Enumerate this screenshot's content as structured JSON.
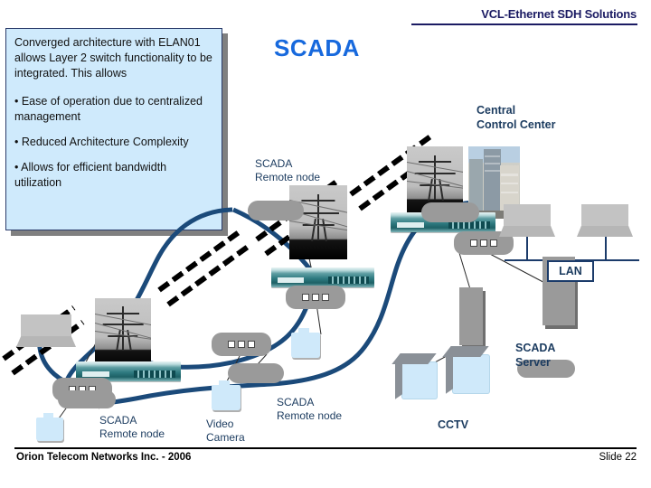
{
  "header": {
    "title": "VCL-Ethernet SDH Solutions"
  },
  "slide": {
    "title": "SCADA"
  },
  "callout": {
    "paragraphs": [
      "Converged architecture with ELAN01 allows Layer 2 switch functionality to be integrated. This allows",
      "• Ease of operation due to centralized management",
      "• Reduced Architecture Complexity",
      "• Allows for efficient bandwidth utilization"
    ]
  },
  "diagram": {
    "labels": {
      "central_control_center": "Central\nControl Center",
      "scada_remote_node_top": "SCADA\nRemote node",
      "scada_remote_node_bottom_left": "SCADA\nRemote node",
      "scada_remote_node_bottom_mid": "SCADA\nRemote node",
      "scada_server": "SCADA\nServer",
      "lan": "LAN",
      "video_camera": "Video\nCamera",
      "cctv": "CCTV"
    }
  },
  "footer": {
    "left": "Orion Telecom Networks Inc. - 2006",
    "right": "Slide 22"
  },
  "colors": {
    "header_navy": "#1b1b63",
    "title_blue": "#1769dd",
    "label_navy": "#1b3b5f",
    "callout_fill": "#cfeafc",
    "callout_border": "#2a3b6a",
    "link_blue": "#1b4a7a",
    "device_gray": "#9a9a9a",
    "switch_teal": "#2e7a80",
    "camera_blue": "#cfe9fa"
  }
}
